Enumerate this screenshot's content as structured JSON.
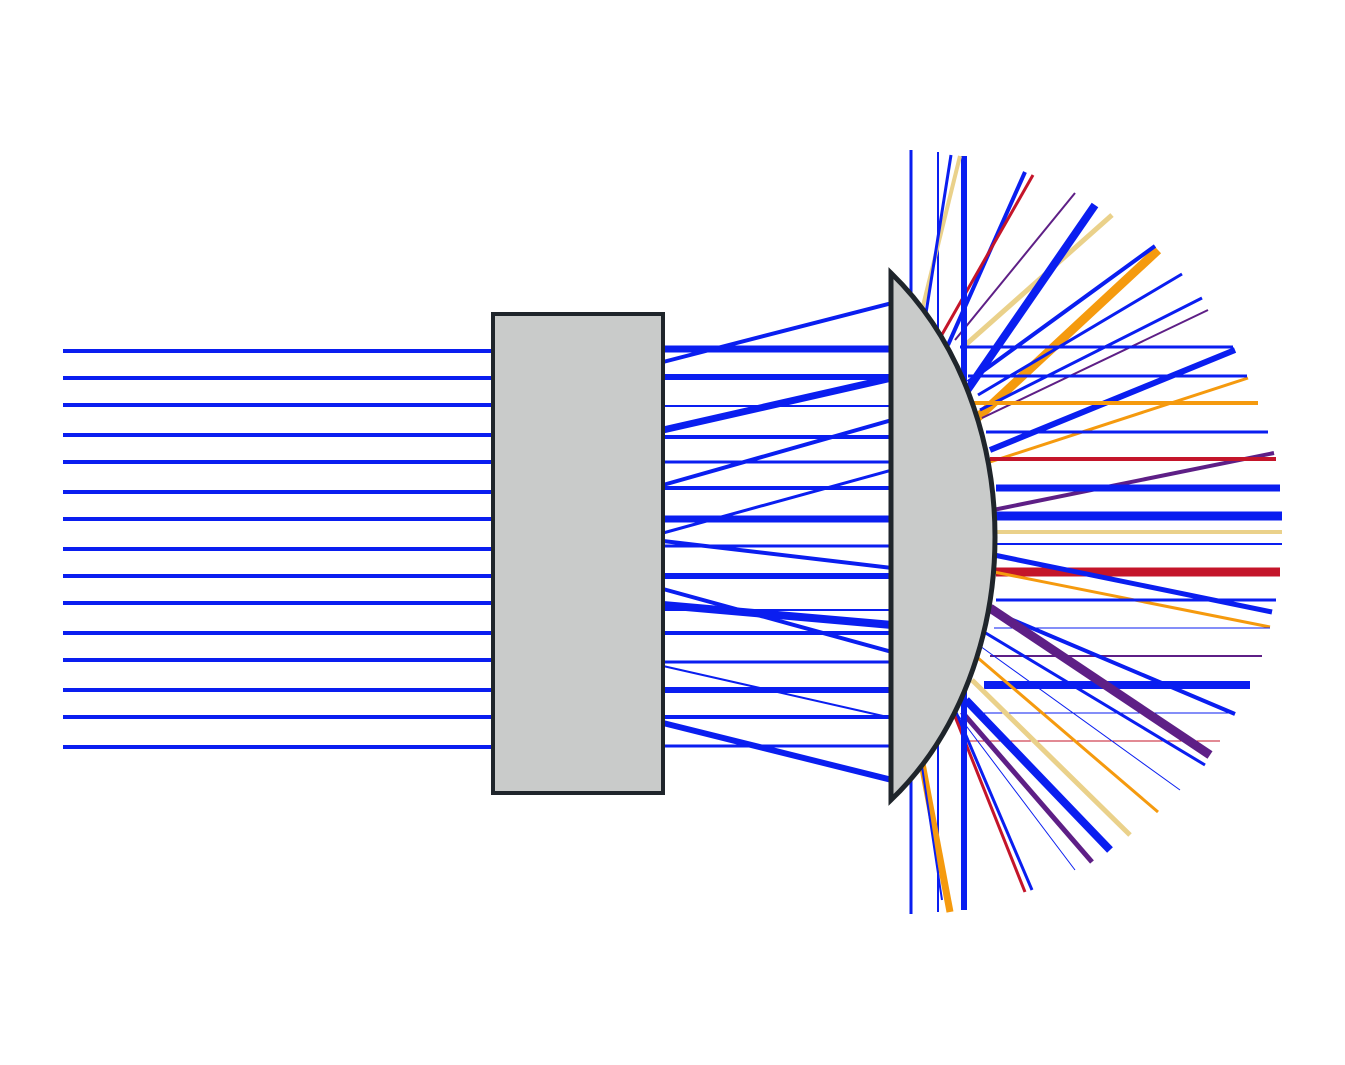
{
  "diagram": {
    "kind": "optical-ray-trace",
    "background_color": "#ffffff",
    "elements": [
      {
        "name": "rectangular-block",
        "shape": "rectangle",
        "fill": "#c9cbca",
        "stroke": "#1f252b"
      },
      {
        "name": "plano-convex-lens",
        "shape": "plano-convex",
        "fill": "#c9cbca",
        "stroke": "#1f252b"
      }
    ],
    "ray_colors": {
      "blue": "#0a1ef0",
      "orange": "#f59a0e",
      "red": "#c4152a",
      "purple": "#5e1f86",
      "tan": "#ead18a"
    },
    "ray_counts": {
      "incident": 15
    }
  }
}
